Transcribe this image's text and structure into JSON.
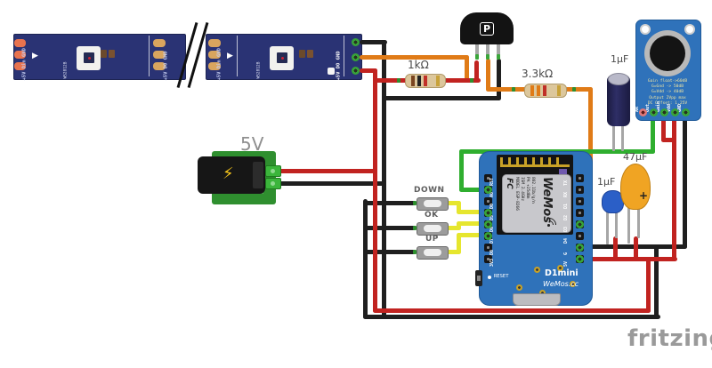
{
  "watermark": "fritzing",
  "colors": {
    "wire_red": "#c12320",
    "wire_black": "#1f1f1f",
    "wire_green": "#2fae2f",
    "wire_orange": "#e07b17",
    "wire_yellow": "#e6e62e",
    "strip_pcb": "#2a3374",
    "module_blue": "#2f72ba",
    "psu_green": "#2f8f2f",
    "cap_tantalum": "#f0a423",
    "cap_ceramic": "#2b5fc7",
    "cap_electrolytic": "#23234f"
  },
  "led_strip": {
    "chip": "WS2812B",
    "labels_in": "+5V Din GND",
    "labels_out": "+5V DO GND",
    "arrow": "▶"
  },
  "psu": {
    "label": "5V",
    "bolt": "⚡"
  },
  "transistor": {
    "marking": "P"
  },
  "resistors": {
    "r1": "1kΩ",
    "r2": "3.3kΩ"
  },
  "capacitors": {
    "c1": "1µF",
    "c2": "1µF",
    "c3": "47µF",
    "c3_polarity": "+"
  },
  "buttons": {
    "down": "DOWN",
    "ok": "OK",
    "up": "UP"
  },
  "mic": {
    "line1": "Gain float->60dB",
    "line2": "G=Gnd -> 50dB",
    "line3": "G=Vdd -> 40dB",
    "line4": "Output 2Vpp max",
    "line5": "DC Offset: 1.25V",
    "pins": [
      "AR",
      "Out",
      "Gain",
      "Vdd",
      "GND"
    ]
  },
  "wemos": {
    "left_pins": [
      "RST",
      "A0",
      "D0",
      "D5",
      "D6",
      "D7",
      "D8",
      "3V3"
    ],
    "right_pins": [
      "TX",
      "RX",
      "D1",
      "D2",
      "D3",
      "D4",
      "G",
      "5V"
    ],
    "reset": "RESET",
    "name": "D1mini",
    "site": "WeMos.cc",
    "esp": {
      "fcc": "FC",
      "l1": "MODEL ESP-8266",
      "l2": "ISM 2.4GHz",
      "l3": "PA +25dBm",
      "l4": "802.11b/g/n",
      "logo": "WeMos"
    }
  }
}
